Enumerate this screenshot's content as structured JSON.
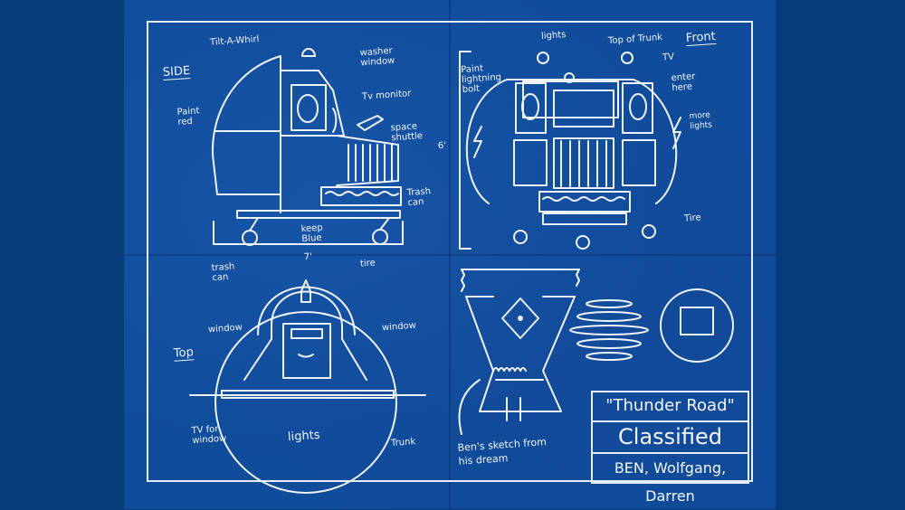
{
  "colors": {
    "background": "#043b78",
    "paper": "#0f4c9a",
    "ink": "#f0f4fa"
  },
  "views": {
    "side": {
      "title": "SIDE",
      "labels": [
        "Tilt-A-Whirl",
        "washer window",
        "Tv monitor",
        "Paint red",
        "space shuttle",
        "Trash can",
        "keep Blue"
      ]
    },
    "front": {
      "title": "Front",
      "labels": [
        "lights",
        "Top of Trunk",
        "TV",
        "Paint lightning bolt",
        "enter here",
        "more lights",
        "Tire"
      ],
      "dimension": "6'"
    },
    "top": {
      "title": "Top",
      "labels": [
        "trash can",
        "tire",
        "window",
        "window",
        "TV for window",
        "lights",
        "Trunk"
      ],
      "dimension": "7'"
    },
    "sketch": {
      "caption": "Ben's sketch from his dream"
    }
  },
  "title_block": {
    "name": "\"Thunder Road\"",
    "status": "Classified",
    "authors": "BEN, Wolfgang, Darren"
  }
}
